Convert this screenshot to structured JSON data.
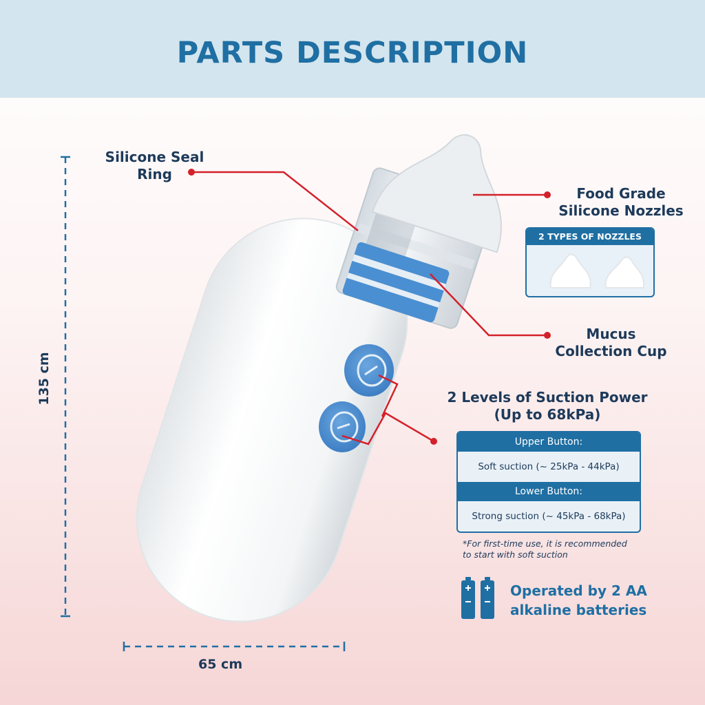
{
  "header": {
    "title": "PARTS DESCRIPTION"
  },
  "labels": {
    "seal_ring": [
      "Silicone Seal",
      "Ring"
    ],
    "nozzles": [
      "Food Grade",
      "Silicone Nozzles"
    ],
    "collection_cup": [
      "Mucus",
      "Collection Cup"
    ],
    "suction_power": [
      "2 Levels of Suction Power",
      "(Up to 68kPa)"
    ]
  },
  "nozzle_box": {
    "title": "2 TYPES OF NOZZLES"
  },
  "suction_table": {
    "upper_header": "Upper Button:",
    "upper_value": "Soft suction (~ 25kPa - 44kPa)",
    "lower_header": "Lower Button:",
    "lower_value": "Strong suction (~ 45kPa - 68kPa)"
  },
  "note": [
    "*For first-time use, it is recommended",
    "to start with soft suction"
  ],
  "battery": [
    "Operated by 2 AA",
    "alkaline batteries"
  ],
  "dimensions": {
    "height": "135 cm",
    "width": "65 cm"
  },
  "colors": {
    "header_bg": "#d3e5ee",
    "title": "#1f6fa3",
    "label": "#1d3a5a",
    "callout_line": "#d4202a",
    "device_blue": "#4a8fd1"
  },
  "icons": [
    "battery-icon",
    "callout-dot",
    "dimension-line"
  ]
}
